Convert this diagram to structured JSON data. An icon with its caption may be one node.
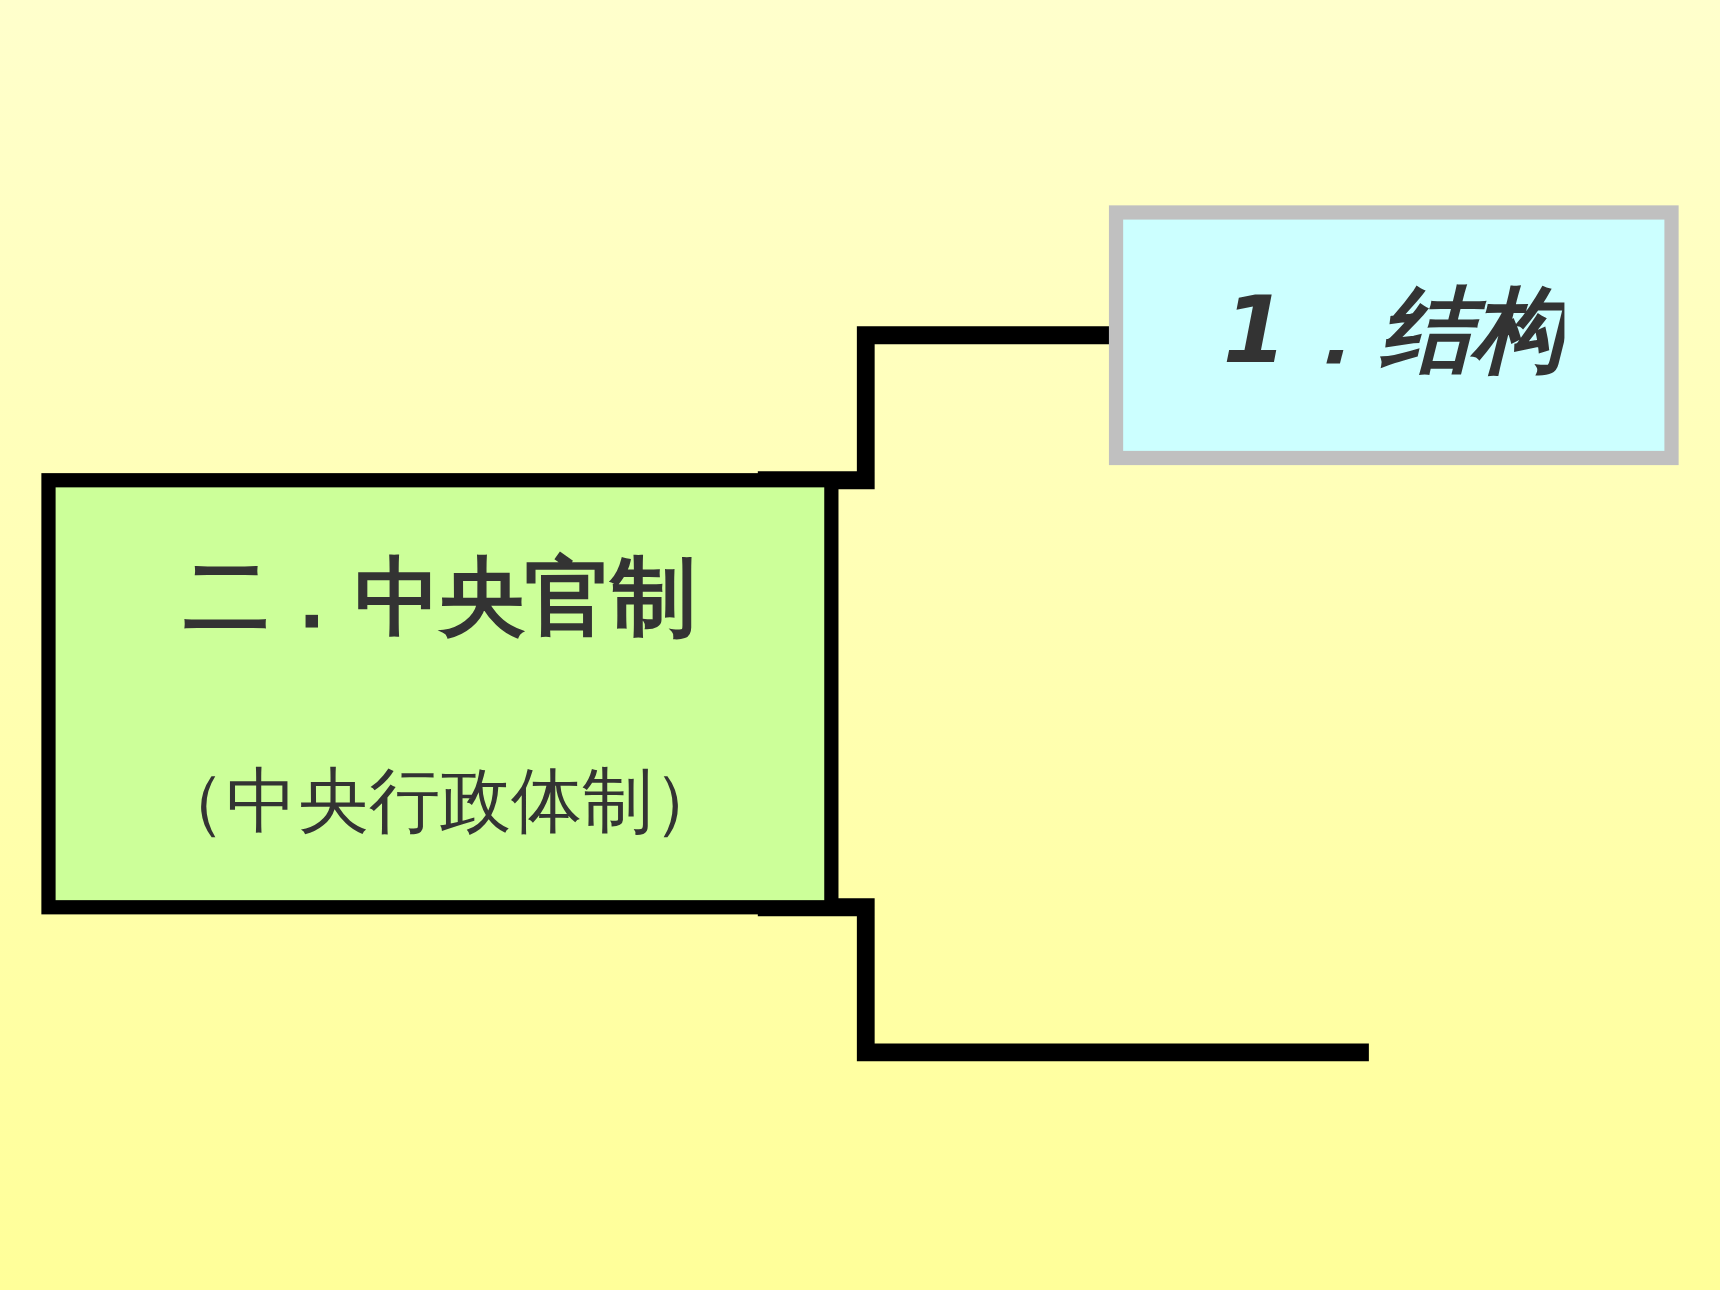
{
  "diagram": {
    "nodes": [
      {
        "text": [
          "二．中央官制",
          "（中央行政体制）"
        ]
      },
      {
        "text": [
          "1．结构"
        ]
      }
    ],
    "edges": [
      {
        "from": 0,
        "to": 1,
        "arrow": "none"
      },
      {
        "from": 0,
        "to": null,
        "arrow": "none"
      }
    ]
  }
}
